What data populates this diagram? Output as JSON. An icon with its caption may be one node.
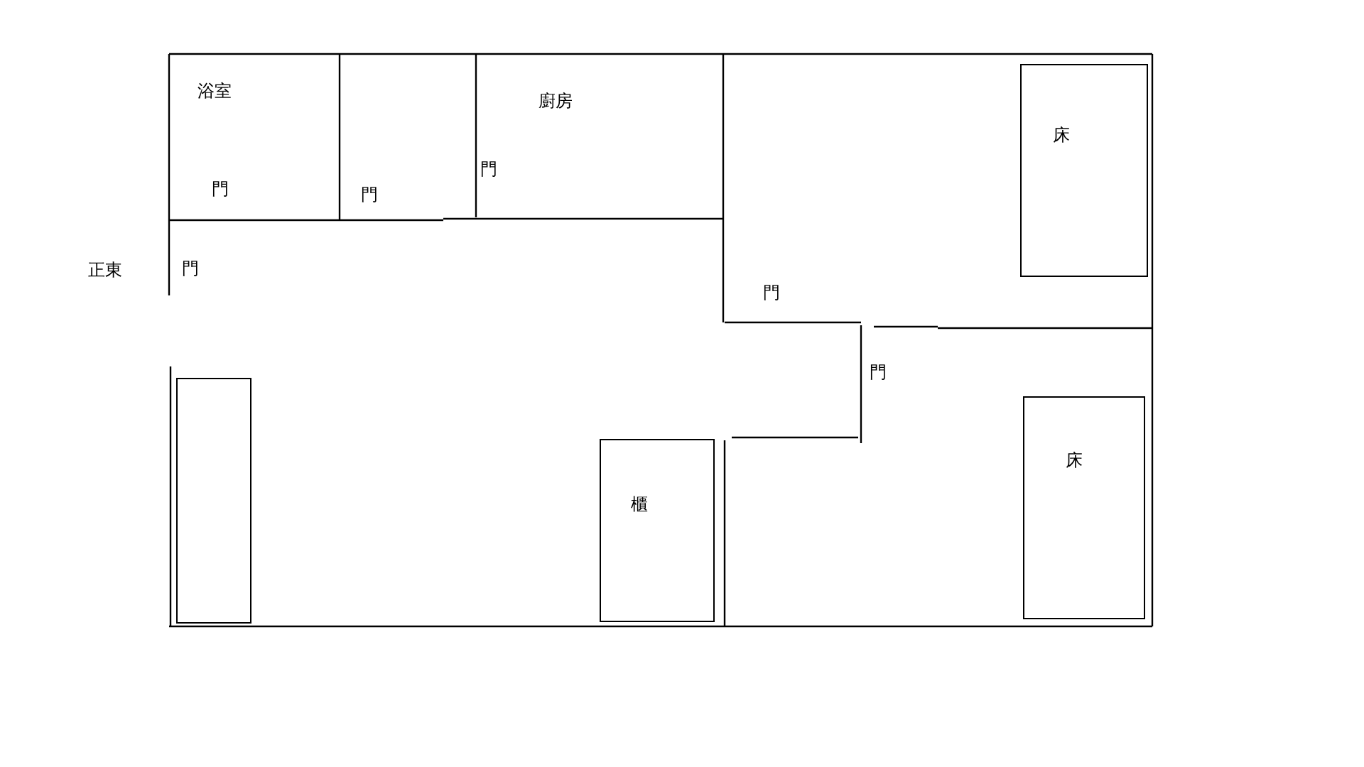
{
  "diagram": {
    "nodes": [
      {
        "text": [
          "床"
        ]
      },
      {
        "text": [],
        "shape": "box"
      },
      {
        "text": [
          "櫃"
        ]
      },
      {
        "text": [
          "床"
        ]
      }
    ],
    "labels": [
      "浴室",
      "廚房",
      "門",
      "門",
      "門",
      "正東",
      "門",
      "門",
      "門"
    ]
  }
}
